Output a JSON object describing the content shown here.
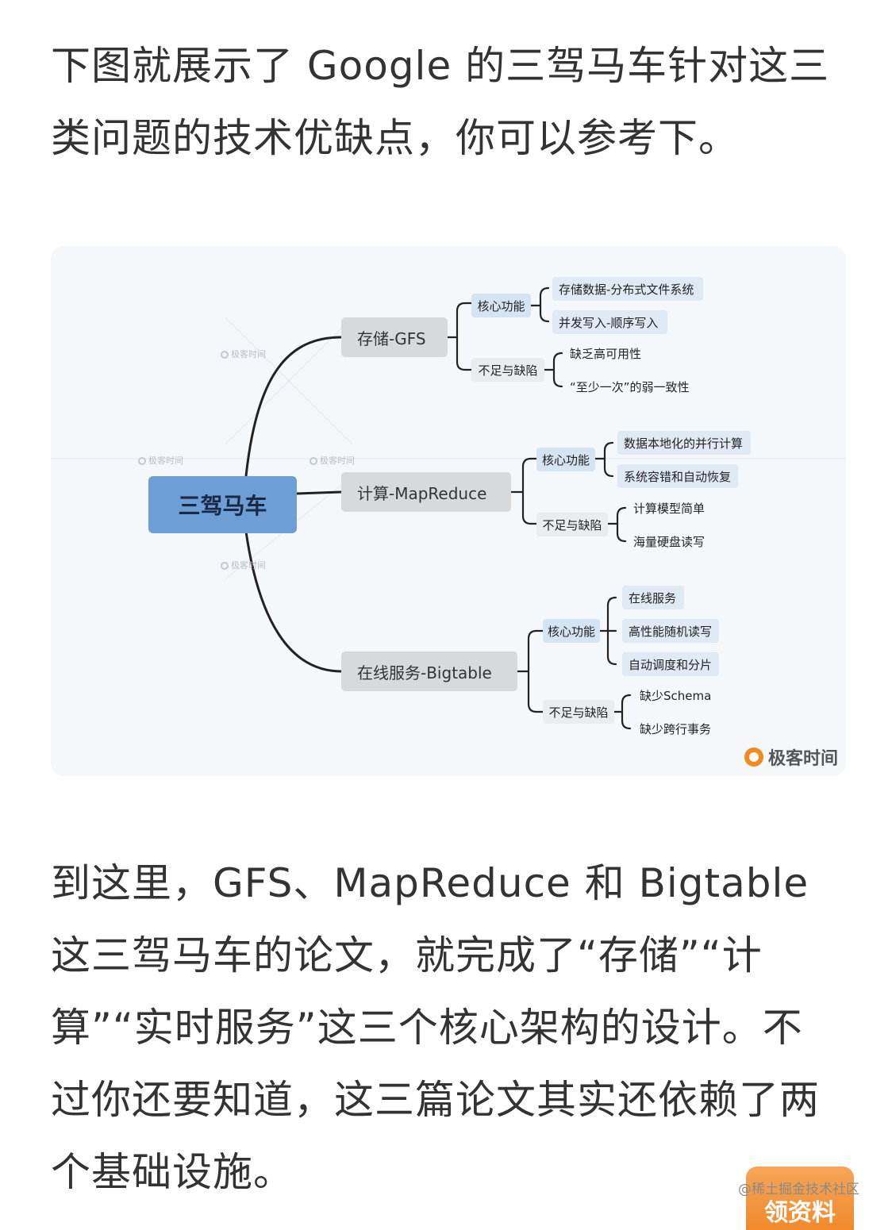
{
  "intro": {
    "lines": [
      "下图就展示了 Google 的三驾马车针对这三",
      "类问题的技术优缺点，你可以参考下。"
    ]
  },
  "diagram": {
    "root": "三驾马车",
    "branches": [
      {
        "label": "存储-GFS",
        "core_label": "核心功能",
        "core_items": [
          "存储数据-分布式文件系统",
          "并发写入-顺序写入"
        ],
        "defect_label": "不足与缺陷",
        "defect_items": [
          "缺乏高可用性",
          "“至少一次”的弱一致性"
        ]
      },
      {
        "label": "计算-MapReduce",
        "core_label": "核心功能",
        "core_items": [
          "数据本地化的并行计算",
          "系统容错和自动恢复"
        ],
        "defect_label": "不足与缺陷",
        "defect_items": [
          "计算模型简单",
          "海量硬盘读写"
        ]
      },
      {
        "label": "在线服务-Bigtable",
        "core_label": "核心功能",
        "core_items": [
          "在线服务",
          "高性能随机读写",
          "自动调度和分片"
        ],
        "defect_label": "不足与缺陷",
        "defect_items": [
          "缺少Schema",
          "缺少跨行事务"
        ]
      }
    ],
    "watermark_text": "极客时间",
    "brand": "极客时间"
  },
  "outro": {
    "lines": [
      "到这里，GFS、MapReduce 和 Bigtable",
      "这三驾马车的论文，就完成了“存储”“计",
      "算”“实时服务”这三个核心架构的设计。不",
      "过你还要知道，这三篇论文其实还依赖了两",
      "个基础设施。"
    ]
  },
  "overlay": {
    "watermark": "@稀土掘金技术社区",
    "button": "领资料"
  }
}
